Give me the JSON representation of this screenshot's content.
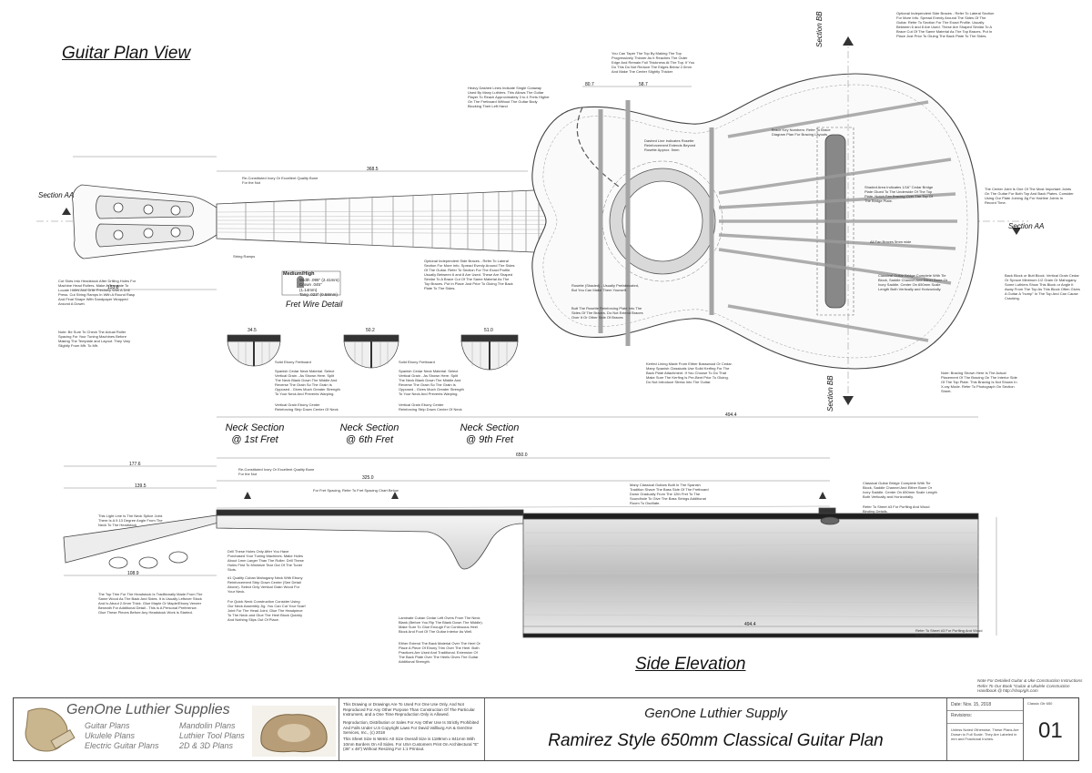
{
  "views": {
    "plan": "Guitar Plan View",
    "side": "Side Elevation",
    "fret_wire": "Fret Wire Detail",
    "neck_sections": [
      {
        "line1": "Neck Section",
        "line2": "@ 1st Fret"
      },
      {
        "line1": "Neck Section",
        "line2": "@ 6th Fret"
      },
      {
        "line1": "Neck Section",
        "line2": "@ 9th Fret"
      }
    ],
    "section_aa": "Section AA",
    "section_bb": "Section BB"
  },
  "fret_wire_table": {
    "header": "Medium/High",
    "rows": [
      "Width .095\" (2.41mm)",
      "Crown .045\" (1.14mm)",
      "Tang .023\" (0.58mm)"
    ]
  },
  "notes": {
    "cut_slots": "Cut Slots Into Headstock After Drilling Holes For Machine Head Rollers. Make A Template To Locate Holes And Drile Precisely With A Drill Press. Cut String Ramps In With A Round Rasp And Final Shape With Sandpaper Wrapped Around A Dowel.",
    "tuners": "Note: Be Sure To Check The Actual Roller Spacing For Your Tuning Machines Before Making The Template and Layout. They Vary Slightly From Mfr. To Mfr.",
    "bone_nut": "Re-Constituted Ivory Or Excellent Quality Bone For the Nut",
    "string_ramps": "String Ramps",
    "heavy_dashed": "Heavy Dashed Lines Indicate Single Cutaway Used By Many Luthiers. This Allows The Guitar Player To Reach Approximately 3 to 4 Frets Higher On The Fretboard Without The Guitar Body Blocking Their Left Hand",
    "taper": "You Can Taper The Top By Making The Top Progressively Thinner As It Reaches The Outer Edge And Remain Full Thickness At The Top. If You Do This Do Not Reduce The Edges Below 2.0mm And Make The Center Slightly Thicker",
    "side_braces_top": "Optional Independent Side Braces - Refer To Lateral Section For More Info. Spread Evenly Around The Sides Of The Guitar. Refer To Section For The Exact Profile. Usually Between 6 and 8 Are Used. These Are Shaped Similar To A Brace Cut Of The Same Material As The Top Braces. Put In Place Just Prior To Gluing The Back Plate To The Sides.",
    "rosette_dashed": "Dashed Line Indicates Rosette Reinforcement Extends Beyond Rosette Approx. 5mm",
    "brace_key": "Brace Key Numbers: Refer To Brace Diagram Plan For Bracing Layouts",
    "shaded_area": "Shaded Area Indicates 1/16\" Cedar Bridge Plate Glued To The Underside Of The Top Plate. Notch Fan Bracing Over The Top Of The Bridge Plate.",
    "center_joint": "The Center Joint Is One Of The Most Important Joints On The Guitar For Both Top And Back Plates. Consider Using Our Plate Joining Jig For Hairline Joints In Record Time.",
    "fan_braces": "All Fan Braces 5mm wide",
    "classical_bridge": "Classical Guitar Bridge Complete With Tie Block, Saddle Channel And Either Bone Or Ivory Saddle. Center On 650mm Scale Length Both Vertically and Horizontally.",
    "back_block": "Back Block or Butt Block. Vertical Grain Cedar Or Spruce Minimum 1/2 Grain Or Mahogany. Some Luthiers Show This Block or Angle It Away From The Top As This Block Often Gives A Guitar A \"hump\" In The Top And Can Cause Cracking.",
    "rosette_shaded": "Rosette (Shaded) - Usually Prefabricated, But You Can Make Them Yourself.",
    "soft_rosette": "Butt The Rosette Reinforcing Plate Into The Sides Of The Braces. Do Not Extend Braces Over It Or Other Side Of Braces",
    "kerfed": "Kerfed Lining Made From Either Basswood Or Cedar. Many Spanish Classicals Use Solid Kerfing For The Back Plate Attachment. If You Choose To Do That Make Sure The Kerfing Is Pre-Bent Prior To Gluing. Do Not Introduce Stress Into The Guitar.",
    "side_braces_mid": "Optional Independent Side Braces - Refer To Lateral Section For More Info. Spread Evenly Around The Sides Of The Guitar. Refer To Section For The Exact Profile. Usually Between 6 and 8 Are Used. These Are Shaped Similar To A Brace Cut Of The Same Material As The Top Braces. Put In Place Just Prior To Gluing The Back Plate To The Sides.",
    "bracing_note": "Note: Bracing Shown Here Is The Actual Placement Of The Bracing On The Interior Side Of The Top Plate. This Bracing Is Not Shown In X-ray Mode. Refer To Photograph On Section Sheet.",
    "neck_sec_1a": "Solid Ebony Fretboard",
    "neck_sec_1b": "Spanish Cedar Neck Material. Select Vertical Grain - As Shown Here. Split The Neck Blank Down The Middle And Reverse The Grain So The Grain Is Opposed - Gives Much Greater Strength To Your Neck And Prevents Warping.",
    "neck_sec_1c": "Vertical Grain Ebony Center Reinforcing Strip Down Center Of Neck",
    "neck_sec_2a": "Solid Ebony Fretboard",
    "neck_sec_2b": "Spanish Cedar Neck Material. Select Vertical Grain - As Shown Here. Split The Neck Blank Down The Middle And Reverse The Grain So The Grain Is Opposed - Gives Much Greater Strength To Your Neck And Prevents Warping.",
    "neck_sec_2c": "Vertical Grain Ebony Center Reinforcing Strip Down Center Of Neck",
    "side_bone": "Re-Constituted Ivory Or Excellent Quality Bone For the Nut",
    "fret_spacing": "For Fret Spacing, Refer To Fret Spacing Chart Below",
    "sound_hole": "Many Classical Guitars Built In The Spanish Tradition Shave The Bass Side Of The Fretboard Down Gradually From The 12th Fret To The Soundhole To Give The Bass Strings Additional Room To Oscillate.",
    "bridge_complete": "Classical Guitar Bridge Complete With Tie Block, Saddle Channel And Either Bone Or Ivory Saddle. Center On 650mm Scale Length Both Vertically and Horizontally.",
    "refer_sheet_a": "Refer To Sheet #3 For Purfling And Wood Binding Details.",
    "splice": "This Light Line Is The Neck Splice Joint. There Is A 9.13 Degree Angle From The Neck To The Headstock",
    "drill_holes": "Drill These Holes Only After You Have Purchased Your Tuning Machines. Make Holes About 1mm Larger Than The Roller. Drill These Holes First To Minimize Tear Out Of The Tuner Slots.",
    "mahogany": "#1 Quality Cuban Mahogany Neck With Ebony Reinforcement Strip Down Center (See Detail Above). Select Only Vertical Grain Wood For Your Neck.",
    "quick_neck": "For Quick Neck Construction Consider Using Our Neck Assembly Jig. You Can Cut Your Scarf Joint For The Head Joint, Glue The Headpiece To The Neck and Glue The Heel Block Quickly And Nothing Slips Out Of Place.",
    "headstock_trim": "The Top Trim For The Headstock Is Traditionally Made From The Same Wood As The Back And Sides. It is Usually Leftover Stock And Is About 2.0mm Thick. Glue Maple Or Maple/Ebony Veneer Beneath For Additional Detail - This is A Personal Preference. Glue These Pieces Before Any Headstock Work is Started.",
    "laminate": "Laminate Cuban Cedar Left Overs From The Neck Blank (Before You Rip The Blank Down The Middle). Make Sure To Glue Enough For Continuous Heel Block And Foot Of The Guitar Interior As Well.",
    "ebony_back": "Either Extend The Back Material Over The Heel Or Place A Piece Of Ebony Trim Over The Heel. Both Practices Are Used And Traditional. Extension Of The Back Plate Over The Heels Gives The Guitar Additional Strength.",
    "refer_sheet_b": "Refer To Sheet #3 For Purfling And Wood Binding Details."
  },
  "dimensions": {
    "d368": "368.5",
    "d650": "650.0",
    "d325": "325.0",
    "d494a": "494.4",
    "d494b": "494.4",
    "d177": "177.6",
    "d139": "139.5",
    "d108": "108.9",
    "d153": "153.8",
    "d80": "80.7",
    "d58": "58.7",
    "d34a": "34.5",
    "d50": "50.2",
    "d51": "51.0"
  },
  "footer_note": {
    "lines": [
      "Note For Detailed Guitar & Uke Construction Instructions",
      "Refer To Our Book \"Guitar & Ukulele Construction",
      "Handbook @ http://shop/gls.com"
    ]
  },
  "titleblock": {
    "brand": "GenOne Luthier Supplies",
    "plans_left": [
      "Guitar Plans",
      "Ukulele Plans",
      "Electric Guitar Plans"
    ],
    "plans_right": [
      "Mandolin Plans",
      "Luthier Tool Plans",
      "2D & 3D Plans"
    ],
    "legal_1": "This Drawing or Drawings Are To Used For One Use Only, And Not Reproduced For Any Other Purpose Than Construction Of The Particular Instrument, and a One Time Reproduction Only is Allowed.",
    "legal_2": "Reproduction, Distribution or Sales For Any Other Use Is Strictly Prohibited And Falls Under U.S Copyright Laws For David Vallburg AIA & GenOne Services, Inc., (c) 2018",
    "legal_3": "This Sheet Size Is Metric A0 Size Overall Size is 1189mm x 841mm With 10mm Borders On All Sides. For USA Customers Print On Architectural \"E\" (36\" x 48\") Without Resizing For 1:1 Printout.",
    "company": "GenOne Luthier Supply",
    "plan_title": "Ramirez Style 650mm Classical Guitar Plan",
    "date": "Date: Nov. 15, 2018",
    "revisions": "Revisions:",
    "units_note": "Unless Noted Otherwise, These Plans Are Drawn to Full Scale. They Are Labeled in mm and Fractional Inches.",
    "sheet": "01",
    "plan_code": "Classic Gtr 650"
  }
}
